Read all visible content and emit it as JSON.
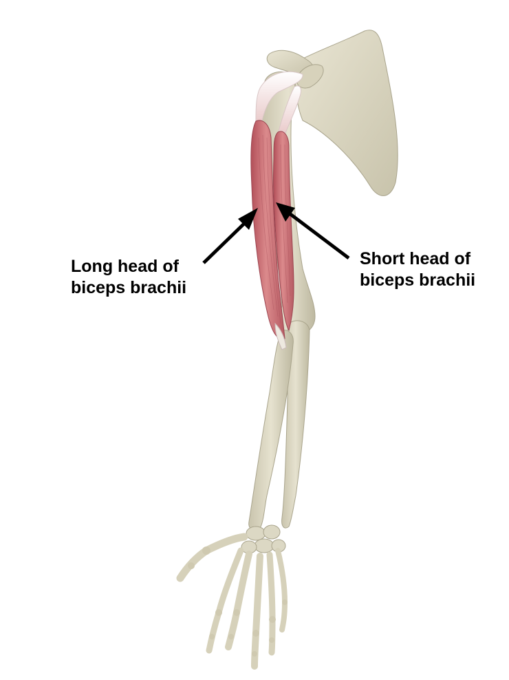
{
  "labels": {
    "long_head": {
      "line1": "Long head of",
      "line2": "biceps brachii"
    },
    "short_head": {
      "line1": "Short head of",
      "line2": "biceps brachii"
    }
  },
  "colors": {
    "bone": "#dcd8c4",
    "bone_shadow": "#b7b29c",
    "muscle": "#c96a6e",
    "muscle_dark": "#a94d55",
    "tendon": "#f2f0ea",
    "arrow": "#000000"
  }
}
